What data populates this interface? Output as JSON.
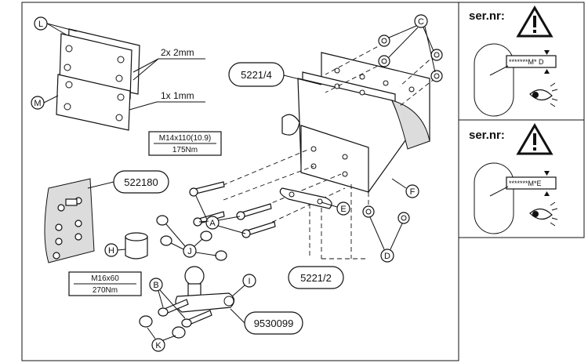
{
  "colors": {
    "ink": "#111111",
    "paper": "#ffffff",
    "shade": "#dcdcdc"
  },
  "letters": {
    "A": "A",
    "B": "B",
    "C": "C",
    "D": "D",
    "E": "E",
    "F": "F",
    "H": "H",
    "I": "I",
    "J": "J",
    "K": "K",
    "L": "L",
    "M": "M"
  },
  "part_numbers": {
    "main_bracket": "5221/4",
    "lower_bracket": "5221/2",
    "electric_kit": "522180",
    "ball": "9530099"
  },
  "spacers": {
    "two_mm": "2x 2mm",
    "one_mm": "1x 1mm"
  },
  "bolt_specs": {
    "upper": {
      "size": "M14x110(10.9)",
      "torque": "175Nm"
    },
    "lower": {
      "size": "M16x60",
      "torque": "270Nm"
    }
  },
  "serial_panels": [
    {
      "title": "ser.nr:",
      "code": "*******M* D"
    },
    {
      "title": "ser.nr:",
      "code": "*******M*E"
    }
  ],
  "icons": [
    "warning-triangle-icon",
    "eye-icon",
    "plug-icon",
    "cap-icon",
    "nut-icon",
    "bolt-icon"
  ]
}
